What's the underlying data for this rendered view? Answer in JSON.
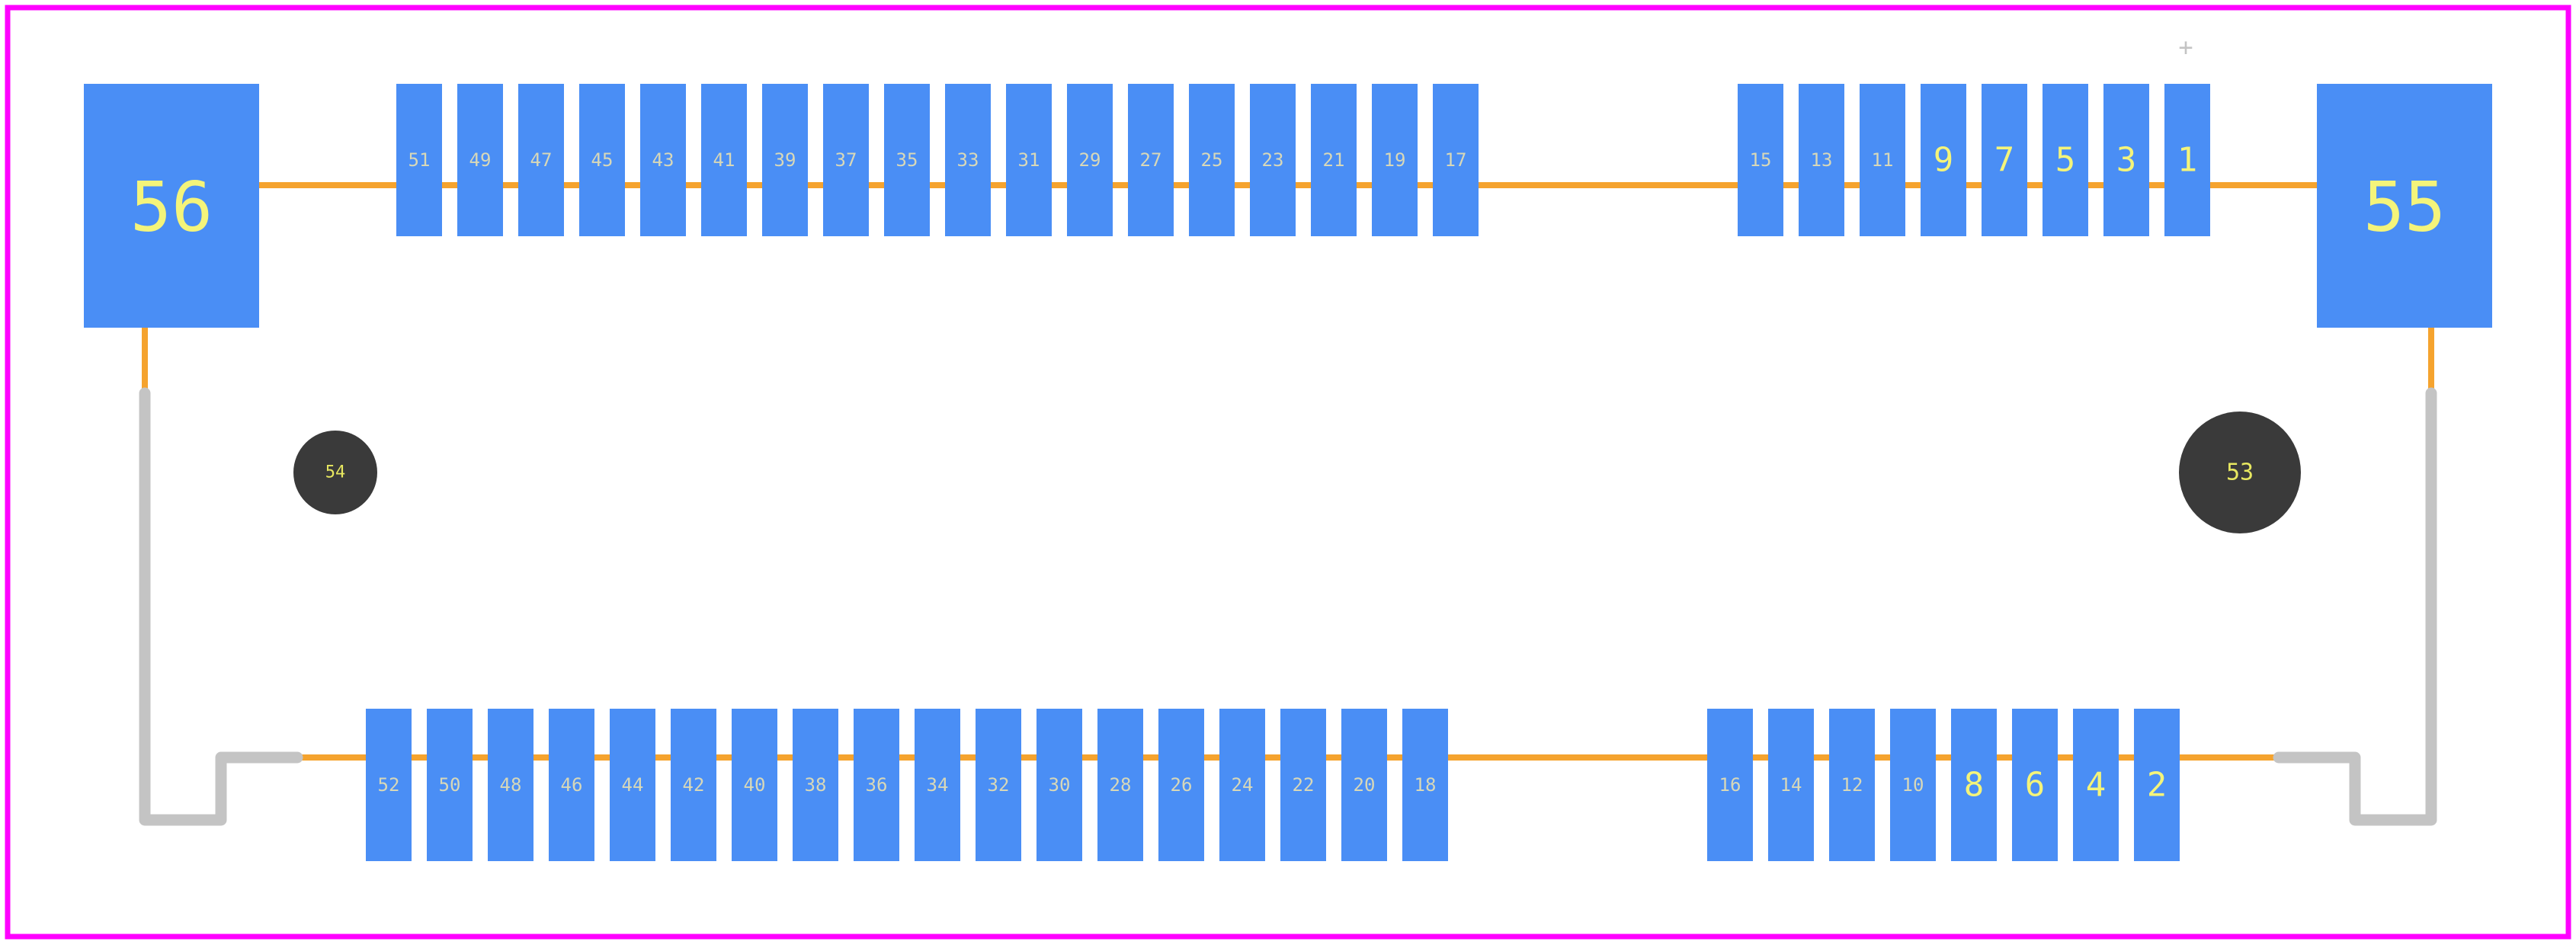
{
  "colors": {
    "background": "#ffffff",
    "board_outline": "#ff00ff",
    "pad": "#4a8ef5",
    "pad_label": "#d8d8b8",
    "pad_label_large": "#f4f47a",
    "hole": "#3a3a3a",
    "hole_label": "#e8e860",
    "copper_trace": "#f5a32e",
    "silkscreen": "#c4c4c4"
  },
  "mounting_pads": [
    {
      "id": "56",
      "label": "56"
    },
    {
      "id": "55",
      "label": "55"
    }
  ],
  "holes": [
    {
      "id": "54",
      "label": "54"
    },
    {
      "id": "53",
      "label": "53"
    }
  ],
  "top_row_left": [
    "51",
    "49",
    "47",
    "45",
    "43",
    "41",
    "39",
    "37",
    "35",
    "33",
    "31",
    "29",
    "27",
    "25",
    "23",
    "21",
    "19",
    "17"
  ],
  "top_row_right": [
    "15",
    "13",
    "11",
    "9",
    "7",
    "5",
    "3",
    "1"
  ],
  "bottom_row_left": [
    "52",
    "50",
    "48",
    "46",
    "44",
    "42",
    "40",
    "38",
    "36",
    "34",
    "32",
    "30",
    "28",
    "26",
    "24",
    "22",
    "20",
    "18"
  ],
  "bottom_row_right": [
    "16",
    "14",
    "12",
    "10",
    "8",
    "6",
    "4",
    "2"
  ],
  "pin1_marker": "+"
}
